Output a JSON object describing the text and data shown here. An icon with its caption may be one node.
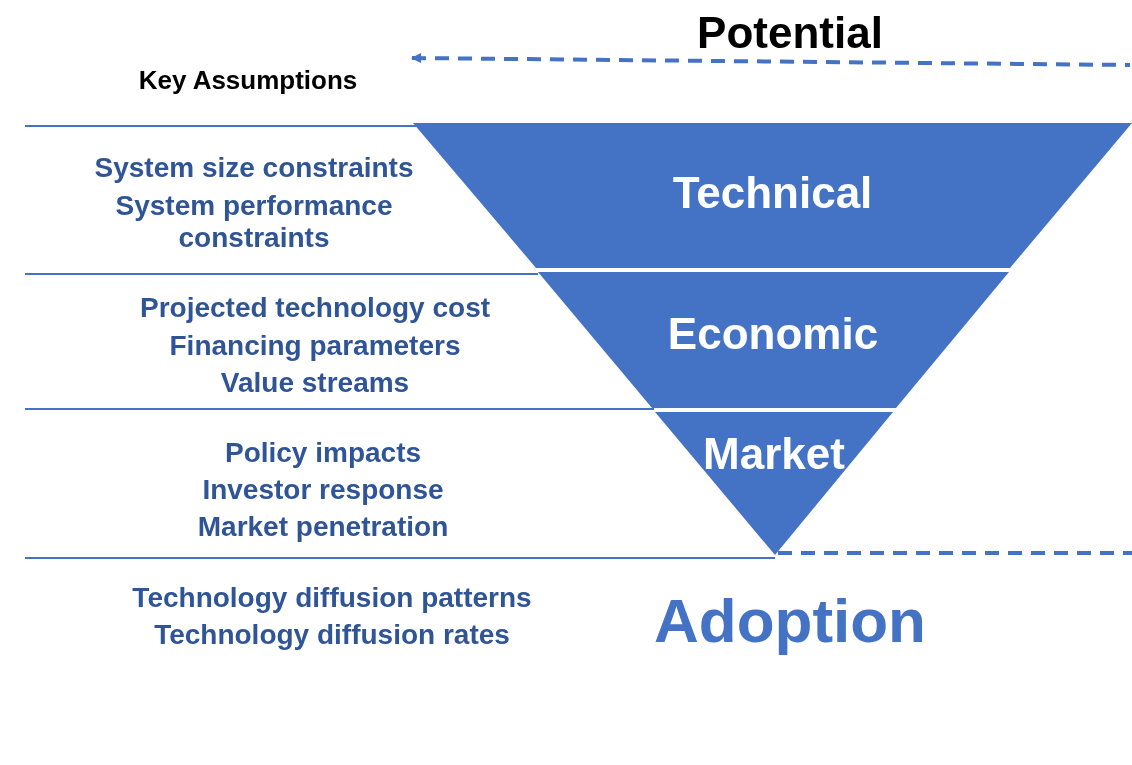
{
  "diagram": {
    "nodes": [
      {
        "text": [
          "Technical"
        ]
      },
      {
        "text": [
          "Economic"
        ]
      },
      {
        "text": [
          "Market"
        ]
      }
    ],
    "labels": [
      "Potential",
      "Key Assumptions",
      "System size constraints",
      "System performance constraints",
      "Projected technology cost",
      "Financing parameters",
      "Value streams",
      "Policy impacts",
      "Investor response",
      "Market penetration",
      "Technology diffusion patterns",
      "Technology diffusion rates",
      "Adoption"
    ]
  }
}
